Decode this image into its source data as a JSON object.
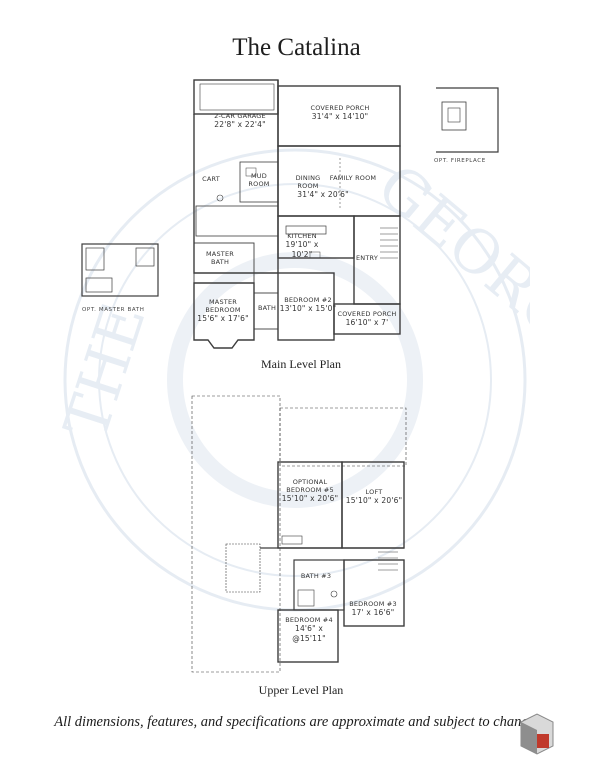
{
  "title": "The Catalina",
  "main_level": {
    "caption": "Main Level Plan",
    "rooms": [
      {
        "name": "2-CAR GARAGE",
        "dim": "22'8\" x 22'4\""
      },
      {
        "name": "COVERED PORCH",
        "dim": "31'4\" x 14'10\""
      },
      {
        "name": "CART",
        "dim": ""
      },
      {
        "name": "MUD ROOM",
        "dim": ""
      },
      {
        "name": "DINING ROOM",
        "dim": ""
      },
      {
        "name": "FAMILY ROOM",
        "dim": "31'4\" x 20'6\""
      },
      {
        "name": "KITCHEN",
        "dim": "19'10\" x 10'2\""
      },
      {
        "name": "MASTER BATH",
        "dim": ""
      },
      {
        "name": "ENTRY",
        "dim": ""
      },
      {
        "name": "MASTER BEDROOM",
        "dim": "15'6\" x 17'6\""
      },
      {
        "name": "BEDROOM #2",
        "dim": "13'10\" x 15'0\""
      },
      {
        "name": "BATH",
        "dim": ""
      },
      {
        "name": "COVERED PORCH",
        "dim": "16'10\" x 7'"
      }
    ],
    "options": [
      "OPT. FIREPLACE",
      "OPT. MASTER BATH"
    ]
  },
  "upper_level": {
    "caption": "Upper Level Plan",
    "rooms": [
      {
        "name": "OPTIONAL BEDROOM #5",
        "dim": "15'10\" x 20'6\""
      },
      {
        "name": "LOFT",
        "dim": "15'10\" x 20'6\""
      },
      {
        "name": "BATH #3",
        "dim": ""
      },
      {
        "name": "BEDROOM #4",
        "dim": "14'6\" x @15'11\""
      },
      {
        "name": "BEDROOM #3",
        "dim": "17' x 16'6\""
      }
    ]
  },
  "watermark": "THE GEORGIA",
  "disclaimer": "All dimensions, features, and specifications are approximate and subject to change.",
  "colors": {
    "line": "#4a4a4a",
    "watermark": "#e3eaf2",
    "logo_red": "#c0392b"
  }
}
